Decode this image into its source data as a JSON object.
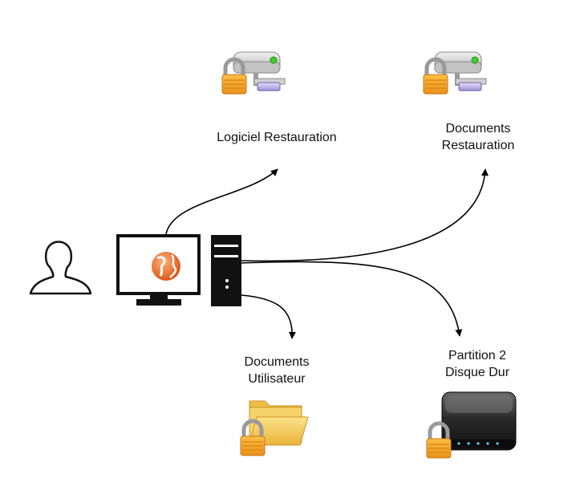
{
  "nodes": {
    "logiciel": {
      "lines": [
        "Logiciel Restauration"
      ],
      "icon": "locked-network-drive-icon"
    },
    "documents_restauration": {
      "lines": [
        "Documents",
        "Restauration"
      ],
      "icon": "locked-network-drive-icon"
    },
    "documents_utilisateur": {
      "lines": [
        "Documents",
        "Utilisateur"
      ],
      "icon": "locked-folder-icon"
    },
    "partition": {
      "lines": [
        "Partition 2",
        "Disque Dur"
      ],
      "icon": "locked-hard-disk-icon"
    },
    "user": {
      "icon": "user-icon"
    },
    "computer": {
      "icon": "desktop-computer-icon"
    }
  },
  "colors": {
    "lock_body": "#f5a623",
    "lock_shackle": "#9a9a9a",
    "folder": "#f3c64f",
    "globe": "#e8641e",
    "led_green": "#3ecf2a",
    "arrow": "#000000"
  }
}
